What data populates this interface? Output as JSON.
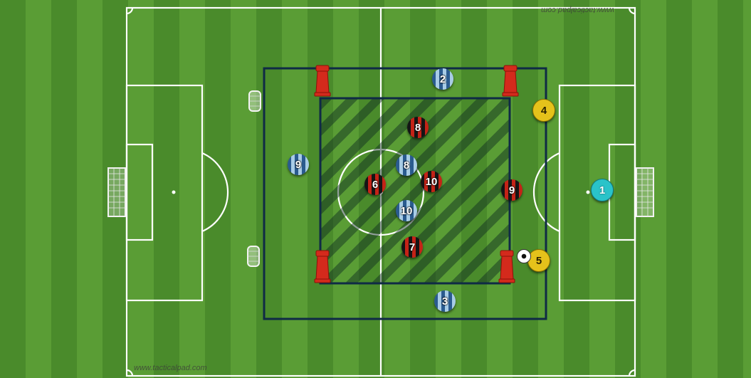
{
  "watermarks": {
    "bottom": "www.tacticalpad.com",
    "top": "www.tacticalpad.com"
  },
  "colors": {
    "grass_dark": "#4a8b2b",
    "grass_light": "#5a9d35",
    "lines": "#ffffff",
    "drill_box": "#0f2a45",
    "cone": "#d42a1c"
  },
  "players": {
    "blue": [
      "2",
      "9",
      "8",
      "10",
      "3"
    ],
    "red": [
      "8",
      "6",
      "10",
      "9",
      "7"
    ],
    "yellow": [
      "4",
      "5"
    ],
    "keeper": [
      "1"
    ]
  },
  "icons": [
    "cone-icon",
    "mini-goal-icon",
    "goal-net-icon",
    "ball-icon"
  ]
}
